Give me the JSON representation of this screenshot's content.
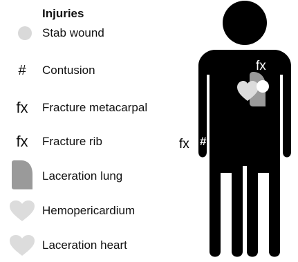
{
  "legend": {
    "title": "Injuries",
    "items": [
      {
        "symbol": "circle",
        "label": "Stab wound"
      },
      {
        "symbol": "#",
        "label": "Contusion"
      },
      {
        "symbol": "fx",
        "label": "Fracture metacarpal"
      },
      {
        "symbol": "fx",
        "label": "Fracture rib"
      },
      {
        "symbol": "lung-shape",
        "label": "Laceration lung"
      },
      {
        "symbol": "heart-shape",
        "label": "Hemopericardium"
      },
      {
        "symbol": "heart-shape",
        "label": "Laceration heart"
      }
    ]
  },
  "figure": {
    "marks": {
      "fx_chest": "fx",
      "fx_hand": "fx",
      "contusion_hand": "#"
    }
  },
  "colors": {
    "body": "#000000",
    "wound_circle": "#d9d9d9",
    "lung": "#9a9a9a",
    "heart": "#dcdcdc",
    "mark_white": "#ffffff"
  }
}
